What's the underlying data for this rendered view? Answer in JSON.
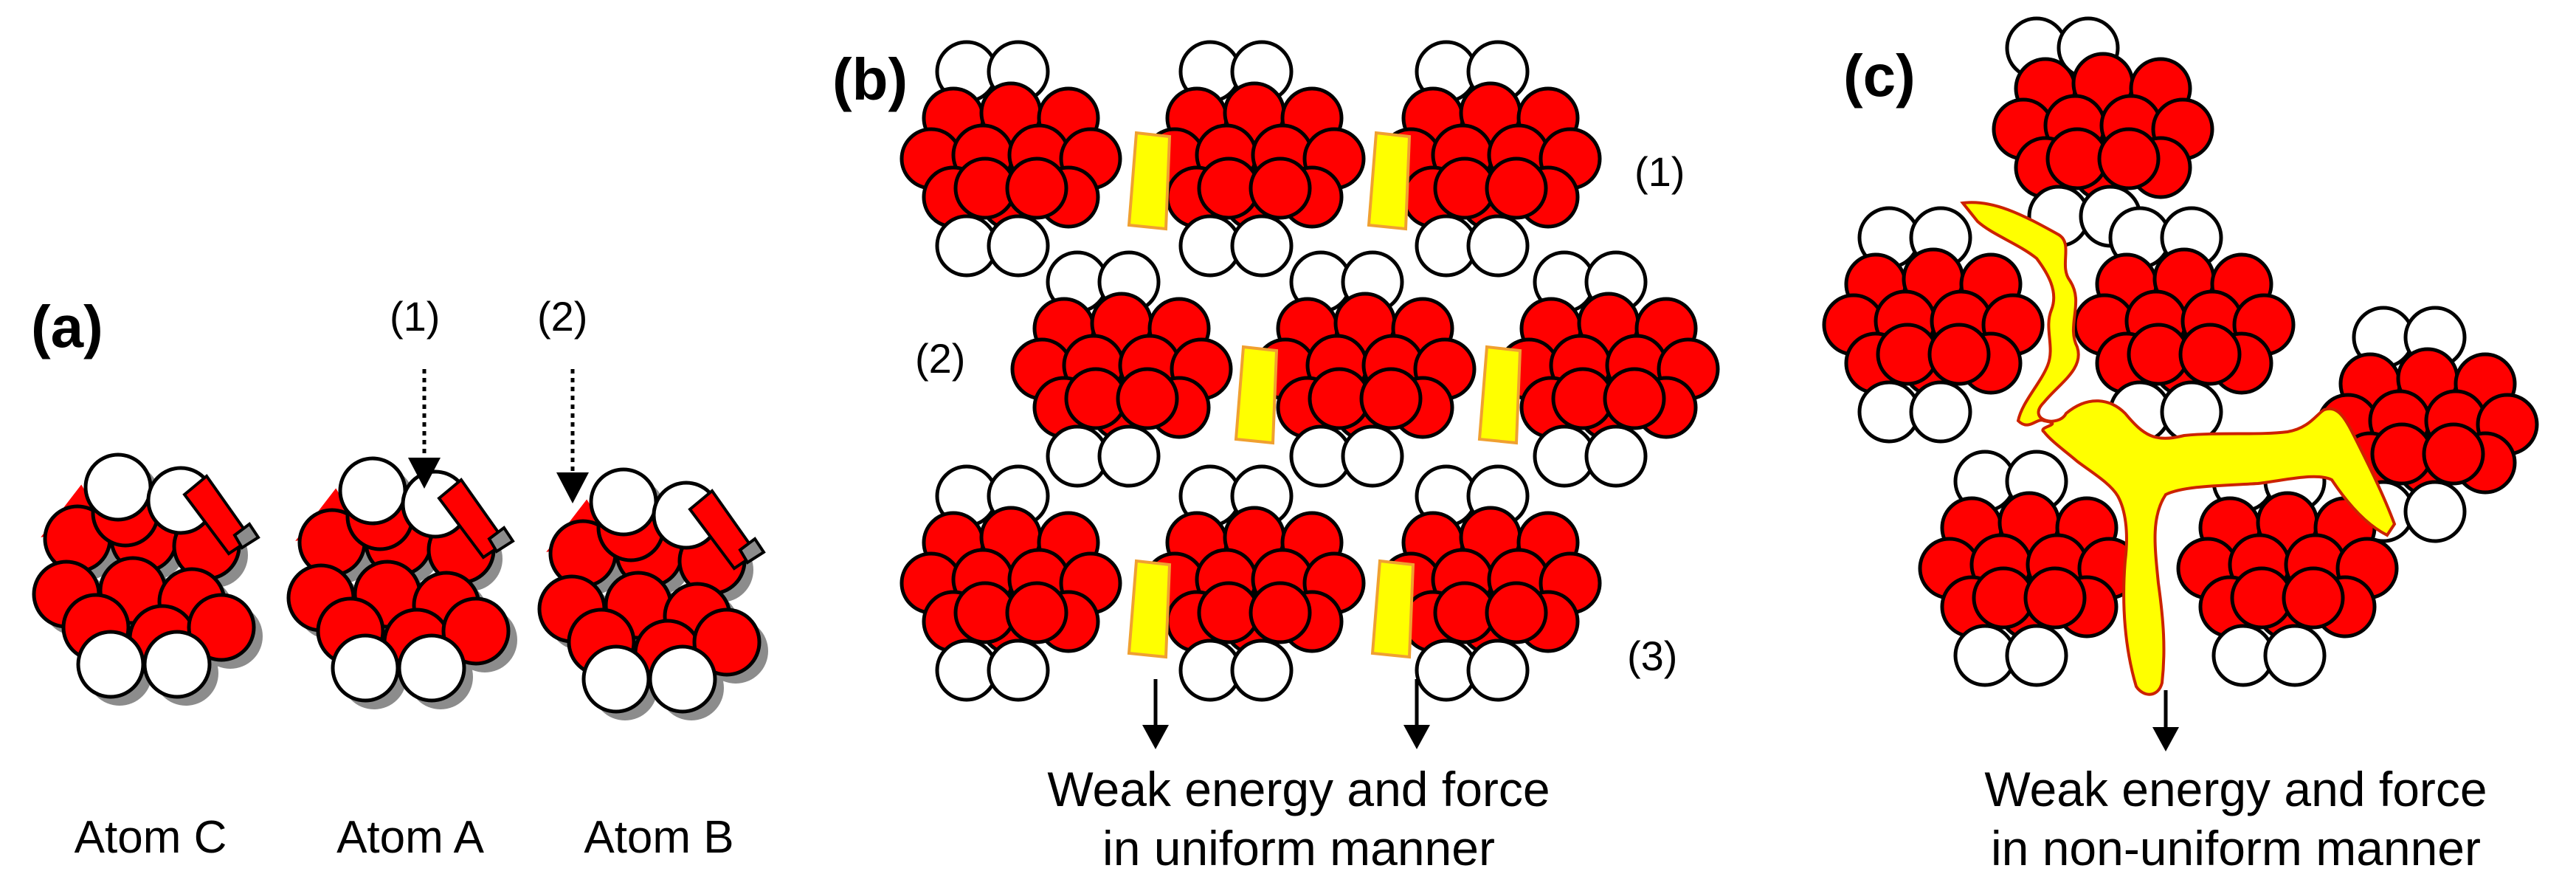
{
  "panels": {
    "a": {
      "label": "(a)",
      "arrow_labels": [
        "(1)",
        "(2)"
      ],
      "atom_labels": [
        "Atom C",
        "Atom A",
        "Atom B"
      ]
    },
    "b": {
      "label": "(b)",
      "row_labels": [
        "(1)",
        "(2)",
        "(3)"
      ],
      "caption_line1": "Weak energy and force",
      "caption_line2": "in uniform manner"
    },
    "c": {
      "label": "(c)",
      "caption_line1": "Weak energy and force",
      "caption_line2": "in non-uniform manner"
    }
  },
  "colors": {
    "atom_red": "#ff0000",
    "atom_white": "#ffffff",
    "bond_yellow": "#ffff00",
    "bond_outline": "#f0a030",
    "shadow_gray": "#8c8c8c"
  }
}
